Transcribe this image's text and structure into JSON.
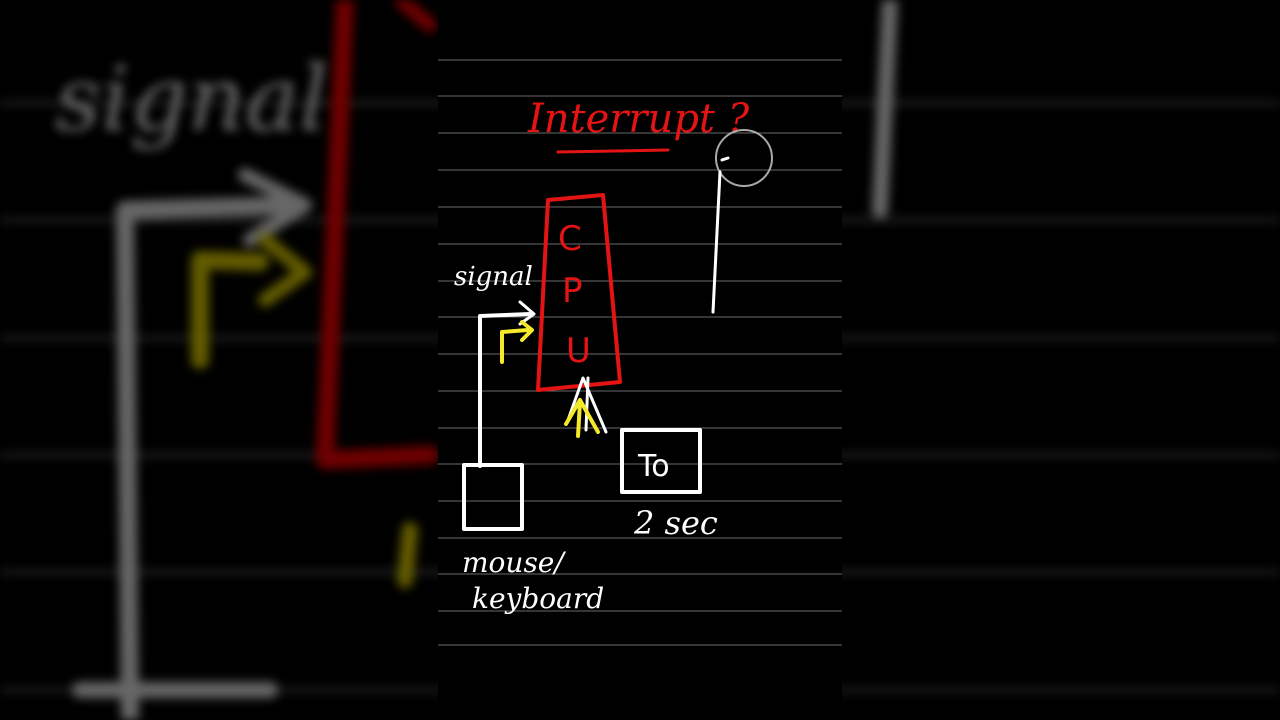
{
  "title": "Interrupt ?",
  "cpu_label": {
    "c": "C",
    "p": "P",
    "u": "U"
  },
  "signal_label": "signal",
  "device_label_line1": "mouse/",
  "device_label_line2": "keyboard",
  "task_label": "To",
  "duration_label": "2 sec",
  "colors": {
    "red": "#e41414",
    "white": "#ffffff",
    "yellow": "#f4ea2a",
    "line": "#6a6a6a"
  }
}
